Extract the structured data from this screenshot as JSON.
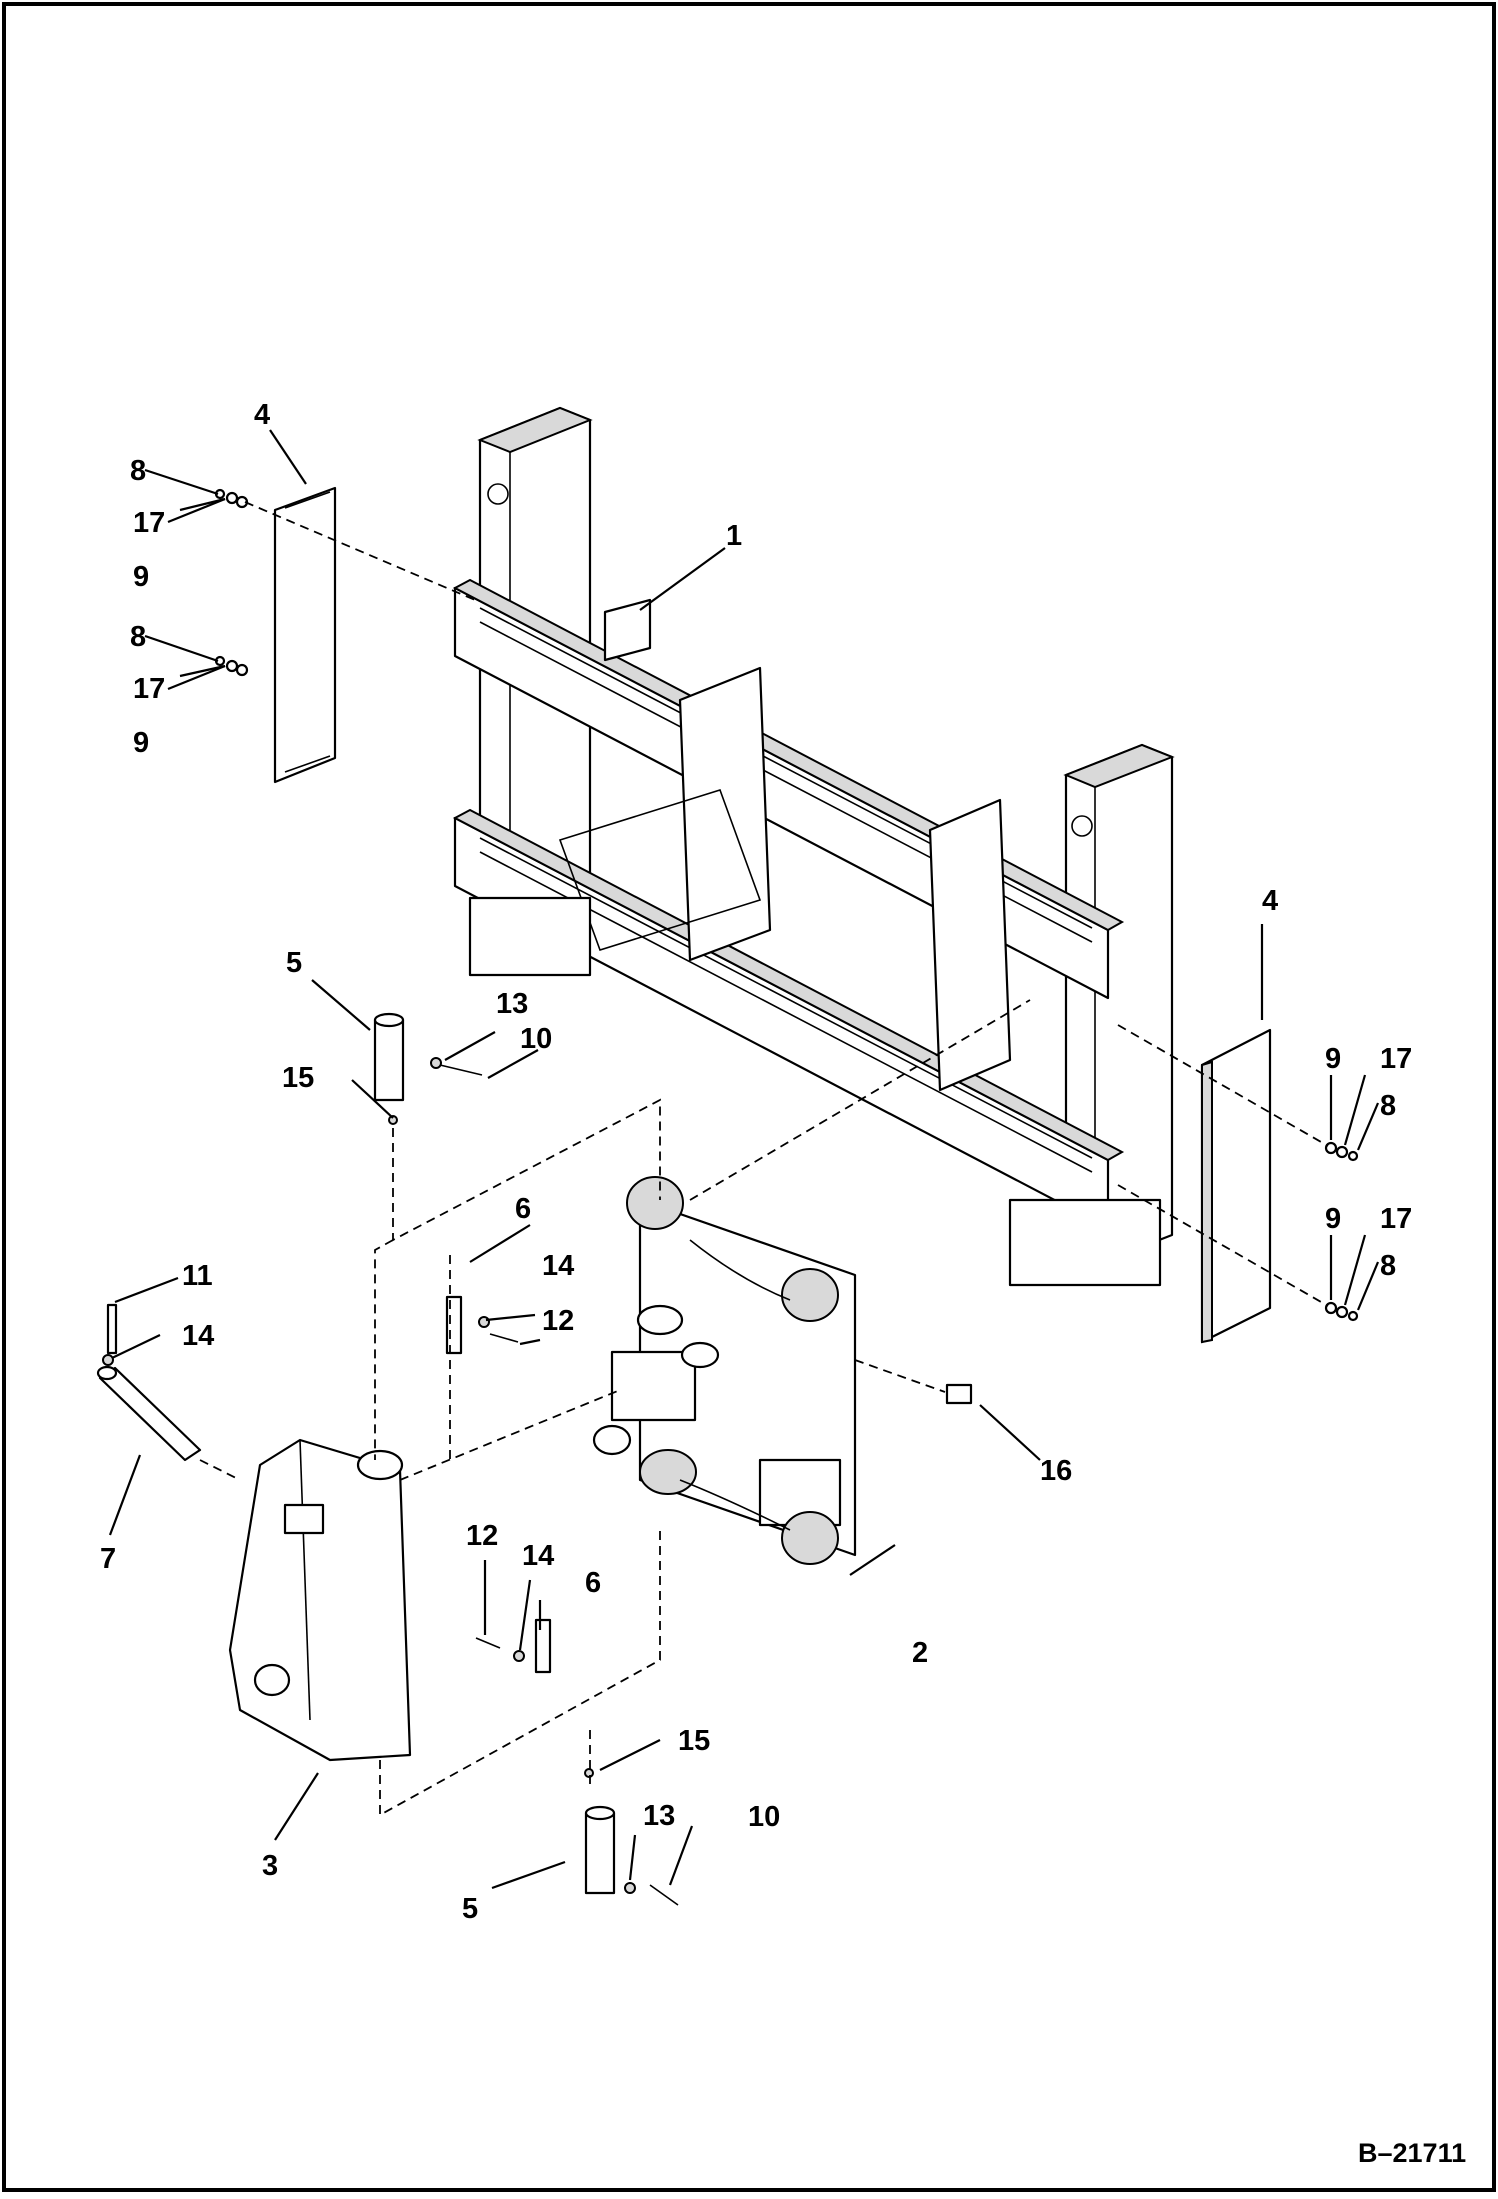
{
  "drawing_ref": "B–21711",
  "callouts": {
    "c1": "1",
    "c2": "2",
    "c3": "3",
    "c4a": "4",
    "c4b": "4",
    "c5a": "5",
    "c5b": "5",
    "c6a": "6",
    "c6b": "6",
    "c7": "7",
    "c8a": "8",
    "c8b": "8",
    "c8c": "8",
    "c8d": "8",
    "c9a": "9",
    "c9b": "9",
    "c9c": "9",
    "c9d": "9",
    "c10a": "10",
    "c10b": "10",
    "c11": "11",
    "c12a": "12",
    "c12b": "12",
    "c13a": "13",
    "c13b": "13",
    "c14a": "14",
    "c14b": "14",
    "c14c": "14",
    "c15a": "15",
    "c15b": "15",
    "c16": "16",
    "c17a": "17",
    "c17b": "17",
    "c17c": "17",
    "c17d": "17"
  }
}
